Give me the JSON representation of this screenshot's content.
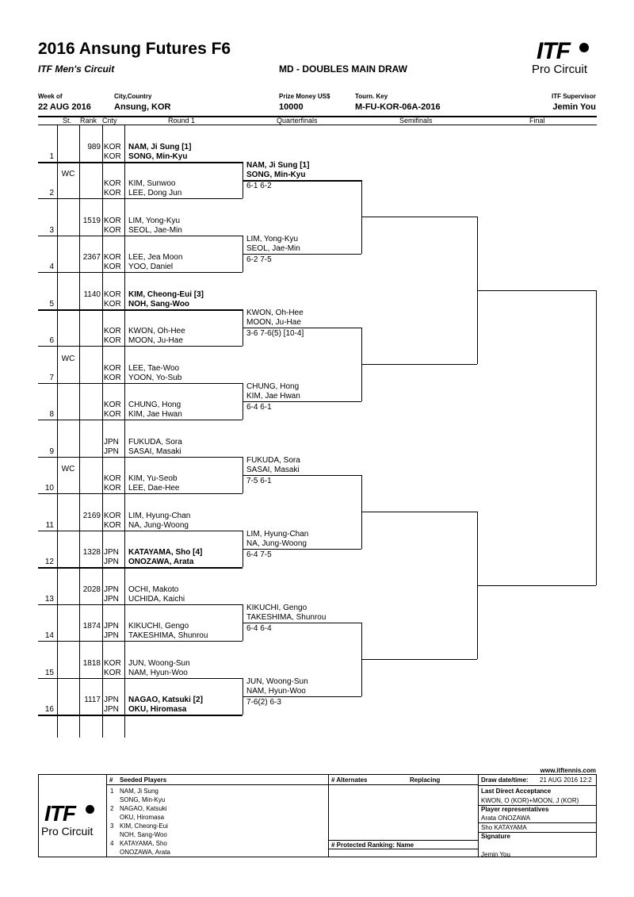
{
  "header": {
    "title": "2016 Ansung Futures F6",
    "circuit": "ITF Men's Circuit",
    "draw_name": "MD - DOUBLES MAIN DRAW",
    "logo_itf": "ITF",
    "logo_pc": "Pro Circuit",
    "labels": {
      "week": "Week of",
      "city": "City,Country",
      "prize": "Prize Money US$",
      "key": "Tourn. Key",
      "supervisor": "ITF Supervisor"
    },
    "values": {
      "week": "22 AUG 2016",
      "city": "Ansung, KOR",
      "prize": "10000",
      "key": "M-FU-KOR-06A-2016",
      "supervisor": "Jemin You"
    }
  },
  "columns": {
    "st": "St.",
    "rank": "Rank",
    "cnty": "Cnty",
    "round1": "Round 1",
    "qf": "Quarterfinals",
    "sf": "Semifinals",
    "final": "Final"
  },
  "entries": [
    {
      "no": "1",
      "st": "",
      "rank": "989",
      "c1": "KOR",
      "p1": "NAM, Ji Sung [1]",
      "c2": "KOR",
      "p2": "SONG, Min-Kyu",
      "bold": true
    },
    {
      "no": "2",
      "st": "WC",
      "rank": "",
      "c1": "KOR",
      "p1": "KIM, Sunwoo",
      "c2": "KOR",
      "p2": "LEE, Dong Jun",
      "bold": false
    },
    {
      "no": "3",
      "st": "",
      "rank": "1519",
      "c1": "KOR",
      "p1": "LIM, Yong-Kyu",
      "c2": "KOR",
      "p2": "SEOL, Jae-Min",
      "bold": false
    },
    {
      "no": "4",
      "st": "",
      "rank": "2367",
      "c1": "KOR",
      "p1": "LEE, Jea Moon",
      "c2": "KOR",
      "p2": "YOO, Daniel",
      "bold": false
    },
    {
      "no": "5",
      "st": "",
      "rank": "1140",
      "c1": "KOR",
      "p1": "KIM, Cheong-Eui [3]",
      "c2": "KOR",
      "p2": "NOH, Sang-Woo",
      "bold": true
    },
    {
      "no": "6",
      "st": "",
      "rank": "",
      "c1": "KOR",
      "p1": "KWON, Oh-Hee",
      "c2": "KOR",
      "p2": "MOON, Ju-Hae",
      "bold": false
    },
    {
      "no": "7",
      "st": "WC",
      "rank": "",
      "c1": "KOR",
      "p1": "LEE, Tae-Woo",
      "c2": "KOR",
      "p2": "YOON, Yo-Sub",
      "bold": false
    },
    {
      "no": "8",
      "st": "",
      "rank": "",
      "c1": "KOR",
      "p1": "CHUNG, Hong",
      "c2": "KOR",
      "p2": "KIM, Jae Hwan",
      "bold": false
    },
    {
      "no": "9",
      "st": "",
      "rank": "",
      "c1": "JPN",
      "p1": "FUKUDA, Sora",
      "c2": "JPN",
      "p2": "SASAI, Masaki",
      "bold": false
    },
    {
      "no": "10",
      "st": "WC",
      "rank": "",
      "c1": "KOR",
      "p1": "KIM, Yu-Seob",
      "c2": "KOR",
      "p2": "LEE, Dae-Hee",
      "bold": false
    },
    {
      "no": "11",
      "st": "",
      "rank": "2169",
      "c1": "KOR",
      "p1": "LIM, Hyung-Chan",
      "c2": "KOR",
      "p2": "NA, Jung-Woong",
      "bold": false
    },
    {
      "no": "12",
      "st": "",
      "rank": "1328",
      "c1": "JPN",
      "p1": "KATAYAMA, Sho [4]",
      "c2": "JPN",
      "p2": "ONOZAWA, Arata",
      "bold": true
    },
    {
      "no": "13",
      "st": "",
      "rank": "2028",
      "c1": "JPN",
      "p1": "OCHI, Makoto",
      "c2": "JPN",
      "p2": "UCHIDA, Kaichi",
      "bold": false
    },
    {
      "no": "14",
      "st": "",
      "rank": "1874",
      "c1": "JPN",
      "p1": "KIKUCHI, Gengo",
      "c2": "JPN",
      "p2": "TAKESHIMA, Shunrou",
      "bold": false
    },
    {
      "no": "15",
      "st": "",
      "rank": "1818",
      "c1": "KOR",
      "p1": "JUN, Woong-Sun",
      "c2": "KOR",
      "p2": "NAM, Hyun-Woo",
      "bold": false
    },
    {
      "no": "16",
      "st": "",
      "rank": "1117",
      "c1": "JPN",
      "p1": "NAGAO, Katsuki [2]",
      "c2": "JPN",
      "p2": "OKU, Hiromasa",
      "bold": true
    }
  ],
  "quarterfinals": [
    {
      "p1": "NAM, Ji Sung [1]",
      "p2": "SONG, Min-Kyu",
      "score": "6-1 6-2",
      "bold": true
    },
    {
      "p1": "LIM, Yong-Kyu",
      "p2": "SEOL, Jae-Min",
      "score": "6-2 7-5",
      "bold": false
    },
    {
      "p1": "KWON, Oh-Hee",
      "p2": "MOON, Ju-Hae",
      "score": "3-6 7-6(5) [10-4]",
      "bold": false
    },
    {
      "p1": "CHUNG, Hong",
      "p2": "KIM, Jae Hwan",
      "score": "6-4 6-1",
      "bold": false
    },
    {
      "p1": "FUKUDA, Sora",
      "p2": "SASAI, Masaki",
      "score": "7-5 6-1",
      "bold": false
    },
    {
      "p1": "LIM, Hyung-Chan",
      "p2": "NA, Jung-Woong",
      "score": "6-4 7-5",
      "bold": false
    },
    {
      "p1": "KIKUCHI, Gengo",
      "p2": "TAKESHIMA, Shunrou",
      "score": "6-4 6-4",
      "bold": false
    },
    {
      "p1": "JUN, Woong-Sun",
      "p2": "NAM, Hyun-Woo",
      "score": "7-6(2) 6-3",
      "bold": false
    }
  ],
  "footer": {
    "website": "www.itftennis.com",
    "seeded_title": "Seeded Players",
    "hash": "#",
    "seeds": [
      {
        "n": "1",
        "p1": "NAM, Ji Sung",
        "p2": "SONG, Min-Kyu"
      },
      {
        "n": "2",
        "p1": "NAGAO, Katsuki",
        "p2": "OKU, Hiromasa"
      },
      {
        "n": "3",
        "p1": "KIM, Cheong-Eui",
        "p2": "NOH, Sang-Woo"
      },
      {
        "n": "4",
        "p1": "KATAYAMA, Sho",
        "p2": "ONOZAWA, Arata"
      }
    ],
    "alternates": "# Alternates",
    "replacing": "Replacing",
    "protected": "#   Protected Ranking: Name",
    "draw_date_label": "Draw date/time:",
    "draw_date_value": "21 AUG 2016 12:2",
    "lda_label": "Last Direct Acceptance",
    "lda_value": "KWON, O (KOR)+MOON, J (KOR)",
    "reps_label": "Player representatives",
    "rep1": "Arata ONOZAWA",
    "rep2": "Sho KATAYAMA",
    "sig_label": "Signature",
    "sig_value": "Jemin You"
  }
}
